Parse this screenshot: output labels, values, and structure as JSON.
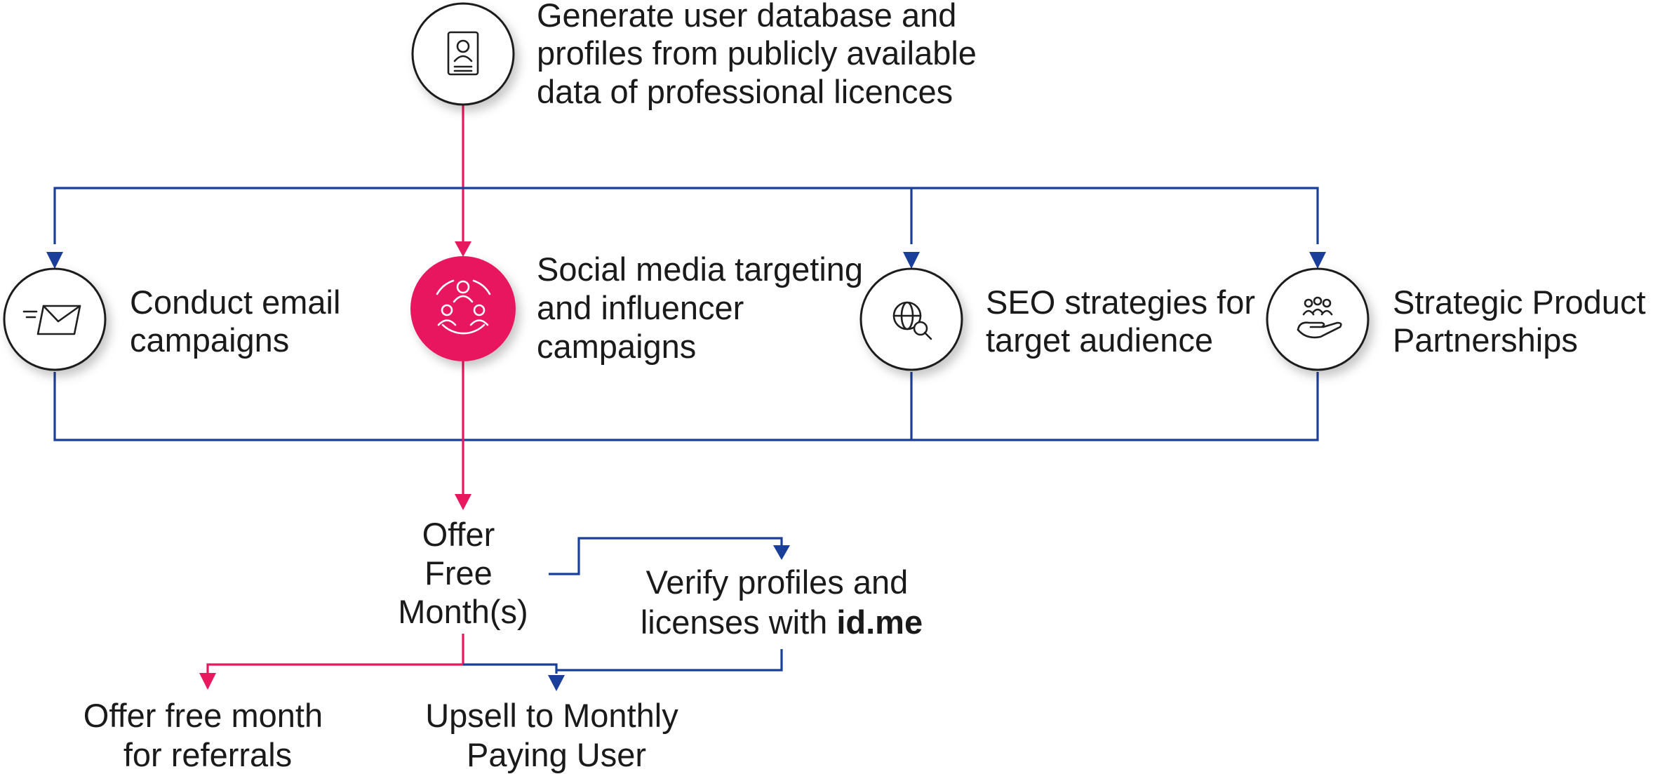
{
  "colors": {
    "pink": "#E8185F",
    "blue": "#1A3F9A",
    "text": "#1a1a1a",
    "node_stroke": "#1f1f1f"
  },
  "nodes": {
    "source": {
      "icon": "profile-document-icon",
      "lines": [
        "Generate user database and",
        "profiles from publicly available",
        "data of professional licences"
      ]
    },
    "email": {
      "icon": "email-send-icon",
      "lines": [
        "Conduct email",
        "campaigns"
      ]
    },
    "social": {
      "icon": "people-network-icon",
      "lines": [
        "Social media targeting",
        "and influencer",
        "campaigns"
      ]
    },
    "seo": {
      "icon": "globe-search-icon",
      "lines": [
        "SEO strategies for",
        "target audience"
      ]
    },
    "partnerships": {
      "icon": "hand-people-icon",
      "lines": [
        "Strategic Product",
        "Partnerships"
      ]
    }
  },
  "steps": {
    "offer": {
      "lines": [
        "Offer",
        "Free",
        "Month(s)"
      ]
    },
    "verify": {
      "line1": "Verify profiles and",
      "line2_prefix": "licenses with ",
      "line2_bold": "id.me"
    },
    "referral": {
      "lines": [
        "Offer free month",
        "for referrals"
      ]
    },
    "upsell": {
      "lines": [
        "Upsell to Monthly",
        "Paying User"
      ]
    }
  }
}
